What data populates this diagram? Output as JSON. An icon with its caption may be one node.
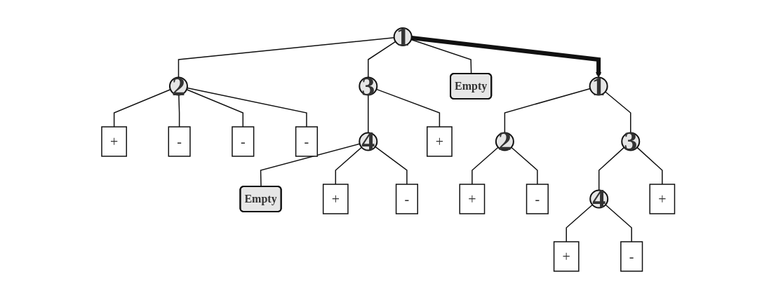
{
  "diagram": {
    "nodes": [
      {
        "text": [
          "1"
        ]
      },
      {
        "text": [
          "2"
        ]
      },
      {
        "text": [
          "3"
        ]
      },
      {
        "text": [
          "Empty"
        ]
      },
      {
        "text": [
          "+"
        ]
      },
      {
        "text": [
          "-"
        ]
      },
      {
        "text": [
          "-"
        ]
      },
      {
        "text": [
          "-"
        ]
      },
      {
        "text": [
          "4"
        ]
      },
      {
        "text": [
          "+"
        ]
      },
      {
        "text": [
          "Empty"
        ]
      },
      {
        "text": [
          "+"
        ]
      },
      {
        "text": [
          "-"
        ]
      },
      {
        "text": [
          "1"
        ]
      },
      {
        "text": [
          "2"
        ]
      },
      {
        "text": [
          "3"
        ]
      },
      {
        "text": [
          "+"
        ]
      },
      {
        "text": [
          "-"
        ]
      },
      {
        "text": [
          "4"
        ]
      },
      {
        "text": [
          "+"
        ]
      },
      {
        "text": [
          "+"
        ]
      },
      {
        "text": [
          "-"
        ]
      }
    ],
    "edges": [
      {
        "from": 0,
        "to": 1,
        "arrow": "none"
      },
      {
        "from": 0,
        "to": 2,
        "arrow": "none"
      },
      {
        "from": 0,
        "to": 3,
        "arrow": "none"
      },
      {
        "from": 1,
        "to": 4,
        "arrow": "none"
      },
      {
        "from": 1,
        "to": 5,
        "arrow": "none"
      },
      {
        "from": 1,
        "to": 6,
        "arrow": "none"
      },
      {
        "from": 1,
        "to": 7,
        "arrow": "none"
      },
      {
        "from": 2,
        "to": 8,
        "arrow": "none"
      },
      {
        "from": 2,
        "to": 9,
        "arrow": "none"
      },
      {
        "from": 8,
        "to": 10,
        "arrow": "none"
      },
      {
        "from": 8,
        "to": 11,
        "arrow": "none"
      },
      {
        "from": 8,
        "to": 12,
        "arrow": "none"
      },
      {
        "from": 0,
        "to": 13,
        "arrow": "to",
        "style": "thick"
      },
      {
        "from": 13,
        "to": 14,
        "arrow": "none"
      },
      {
        "from": 13,
        "to": 15,
        "arrow": "none"
      },
      {
        "from": 14,
        "to": 16,
        "arrow": "none"
      },
      {
        "from": 14,
        "to": 17,
        "arrow": "none"
      },
      {
        "from": 15,
        "to": 18,
        "arrow": "none"
      },
      {
        "from": 15,
        "to": 19,
        "arrow": "none"
      },
      {
        "from": 18,
        "to": 20,
        "arrow": "none"
      },
      {
        "from": 18,
        "to": 21,
        "arrow": "none"
      }
    ]
  }
}
